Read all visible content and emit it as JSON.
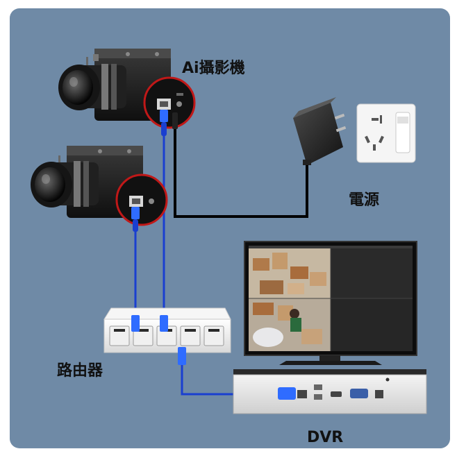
{
  "labels": {
    "camera": "Ai攝影機",
    "power": "電源",
    "router": "路由器",
    "dvr": "DVR"
  },
  "colors": {
    "background": "#6f8aa6",
    "network_cable": "#1a3fd0",
    "power_cable": "#000000",
    "connector": "#2f6cff"
  },
  "components": [
    {
      "icon": "camera-icon",
      "count": 2
    },
    {
      "icon": "power-adapter-icon"
    },
    {
      "icon": "wall-socket-icon"
    },
    {
      "icon": "router-switch-icon",
      "ports": 5
    },
    {
      "icon": "monitor-icon"
    },
    {
      "icon": "dvr-icon"
    }
  ]
}
